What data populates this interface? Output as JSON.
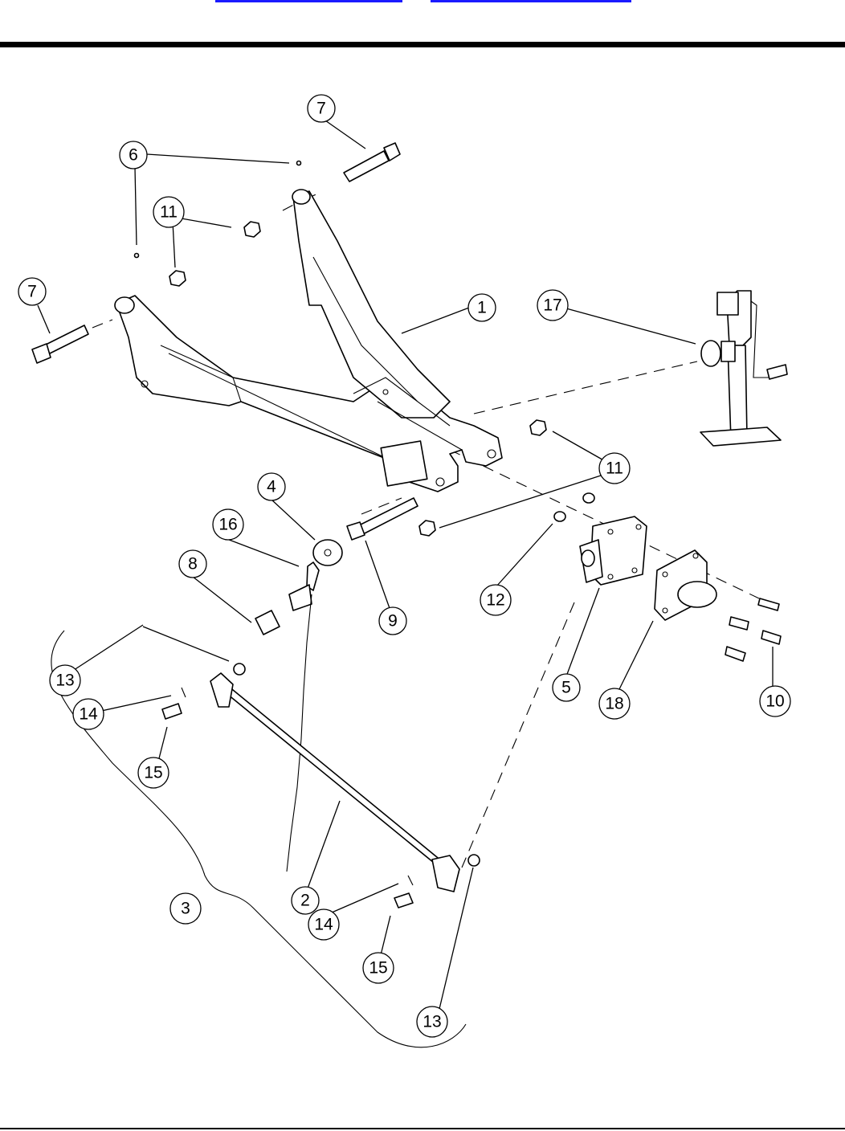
{
  "header": {
    "links": [
      {
        "label": "",
        "name": "nav-link-left"
      },
      {
        "label": "",
        "name": "nav-link-right"
      }
    ]
  },
  "callouts": [
    {
      "id": "c7a",
      "label": "7"
    },
    {
      "id": "c6",
      "label": "6"
    },
    {
      "id": "c11a",
      "label": "11"
    },
    {
      "id": "c7b",
      "label": "7"
    },
    {
      "id": "c1",
      "label": "1"
    },
    {
      "id": "c17",
      "label": "17"
    },
    {
      "id": "c4",
      "label": "4"
    },
    {
      "id": "c16",
      "label": "16"
    },
    {
      "id": "c8",
      "label": "8"
    },
    {
      "id": "c11b",
      "label": "11"
    },
    {
      "id": "c12",
      "label": "12"
    },
    {
      "id": "c9",
      "label": "9"
    },
    {
      "id": "c13a",
      "label": "13"
    },
    {
      "id": "c14a",
      "label": "14"
    },
    {
      "id": "c15a",
      "label": "15"
    },
    {
      "id": "c5",
      "label": "5"
    },
    {
      "id": "c18",
      "label": "18"
    },
    {
      "id": "c10",
      "label": "10"
    },
    {
      "id": "c2",
      "label": "2"
    },
    {
      "id": "c3",
      "label": "3"
    },
    {
      "id": "c14b",
      "label": "14"
    },
    {
      "id": "c15b",
      "label": "15"
    },
    {
      "id": "c13b",
      "label": "13"
    }
  ],
  "colors": {
    "link": "#1a1aff",
    "ink": "#000000",
    "paper": "#ffffff"
  }
}
